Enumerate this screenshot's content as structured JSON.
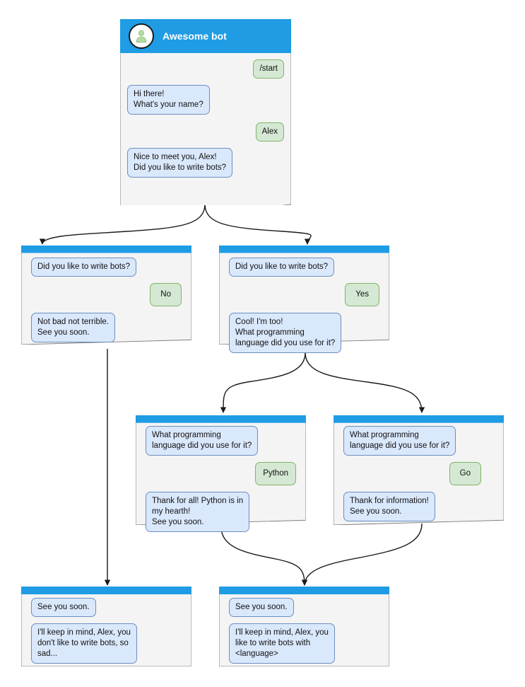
{
  "diagram": {
    "title": "Awesome bot conversation flow",
    "colors": {
      "header_bar": "#1f9ce4",
      "node_body": "#f4f4f4",
      "node_border": "#808080",
      "bot_bubble_fill": "#dae8fc",
      "bot_bubble_stroke": "#6c8ebf",
      "user_bubble_fill": "#d5e8d4",
      "user_bubble_stroke": "#82b366",
      "avatar_fill": "#a9d08e",
      "edge": "#1a1a1a",
      "canvas": "#ffffff"
    }
  },
  "nodes": {
    "root": {
      "name": "root-start-screen",
      "bot_name": "Awesome bot",
      "avatar_icon": "person-avatar-icon",
      "messages": [
        {
          "side": "user",
          "text": "/start"
        },
        {
          "side": "bot",
          "text": "Hi there!\nWhat's your name?"
        },
        {
          "side": "user",
          "text": "Alex"
        },
        {
          "side": "bot",
          "text": "Nice to meet you, Alex!\nDid you like to write bots?"
        }
      ]
    },
    "no_branch": {
      "name": "node-answer-no",
      "messages": [
        {
          "side": "bot",
          "text": "Did you like to write bots?"
        },
        {
          "side": "user",
          "text": "No"
        },
        {
          "side": "bot",
          "text": "Not bad not terrible.\nSee you soon."
        }
      ]
    },
    "yes_branch": {
      "name": "node-answer-yes",
      "messages": [
        {
          "side": "bot",
          "text": "Did you like to write bots?"
        },
        {
          "side": "user",
          "text": "Yes"
        },
        {
          "side": "bot",
          "text": "Cool! I'm too!\nWhat programming\nlanguage did you use for it?"
        }
      ]
    },
    "python_branch": {
      "name": "node-answer-python",
      "messages": [
        {
          "side": "bot",
          "text": "What programming\nlanguage did you use for it?"
        },
        {
          "side": "user",
          "text": "Python"
        },
        {
          "side": "bot",
          "text": "Thank for all! Python is in\nmy hearth!\nSee you soon."
        }
      ]
    },
    "go_branch": {
      "name": "node-answer-go",
      "messages": [
        {
          "side": "bot",
          "text": "What programming\nlanguage did you use for it?"
        },
        {
          "side": "user",
          "text": "Go"
        },
        {
          "side": "bot",
          "text": "Thank for information!\nSee you soon."
        }
      ]
    },
    "end_sad": {
      "name": "node-end-sad",
      "messages": [
        {
          "side": "bot",
          "text": "See you soon."
        },
        {
          "side": "bot",
          "text": "I'll keep in mind, Alex, you\ndon't like to write bots, so\nsad..."
        }
      ]
    },
    "end_happy": {
      "name": "node-end-happy",
      "messages": [
        {
          "side": "bot",
          "text": "See you soon."
        },
        {
          "side": "bot",
          "text": "I'll keep in mind, Alex, you\nlike to write bots with\n<language>"
        }
      ]
    }
  }
}
